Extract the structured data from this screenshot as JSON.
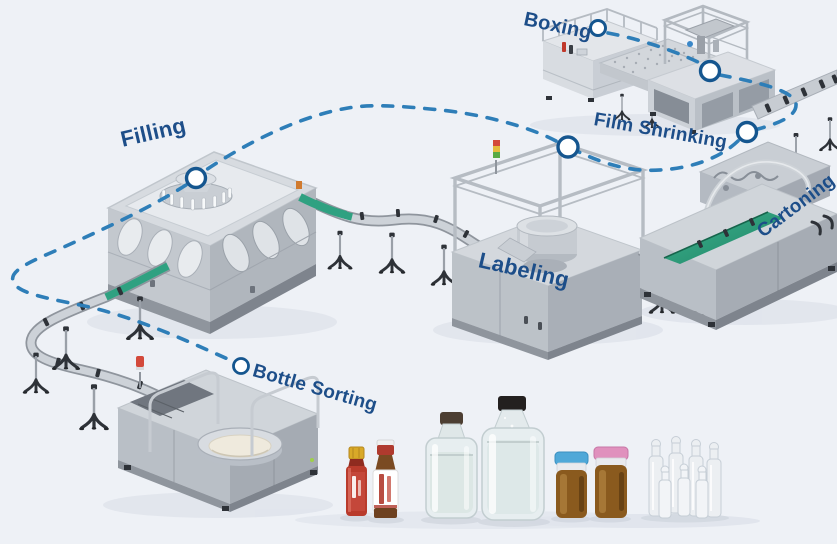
{
  "diagram_title_visible": false,
  "stations": {
    "boxing": {
      "label": "Boxing"
    },
    "film_shrinking": {
      "label": "Film Shrinking"
    },
    "filling": {
      "label": "Filling"
    },
    "labeling": {
      "label": "Labeling"
    },
    "cartoning": {
      "label": "Cartoning"
    },
    "bottle_sorting": {
      "label": "Bottle Sorting"
    }
  },
  "flow_order": [
    "bottle_sorting",
    "filling",
    "labeling",
    "film_shrinking",
    "cartoning",
    "boxing"
  ],
  "markers": [
    {
      "station": "boxing"
    },
    {
      "station": "boxing_machine"
    },
    {
      "station": "film_shrinking"
    },
    {
      "station": "labeling"
    },
    {
      "station": "filling"
    },
    {
      "station": "bottle_sorting"
    }
  ],
  "theme": {
    "background": "#eef1f6",
    "label_color": "#1d4e89",
    "flow_dash_color": "#2e7eb8",
    "marker_ring_color": "#15568f",
    "marker_fill_color": "#ffffff",
    "conveyor_belt_green": "#2fa181",
    "machine_gray": "#c3c8ce",
    "signal_tower_colors": {
      "red": "#d3493a",
      "yellow": "#e4bb3d",
      "green": "#57aa45"
    }
  }
}
